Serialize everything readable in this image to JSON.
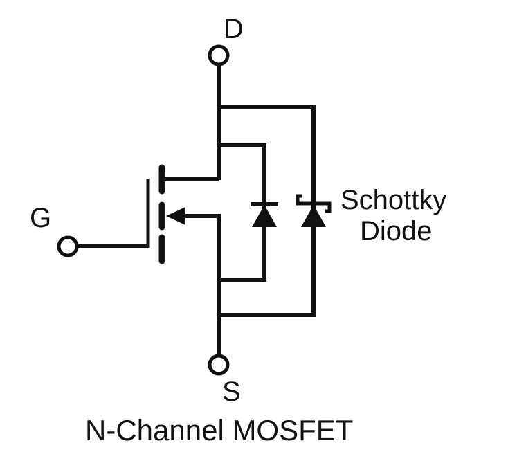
{
  "diagram": {
    "caption": "N-Channel MOSFET",
    "terminals": {
      "drain": "D",
      "gate": "G",
      "source": "S"
    },
    "schottky_label": {
      "line1": "Schottky",
      "line2": "Diode"
    },
    "colors": {
      "line": "#111111",
      "background": "#ffffff"
    }
  }
}
